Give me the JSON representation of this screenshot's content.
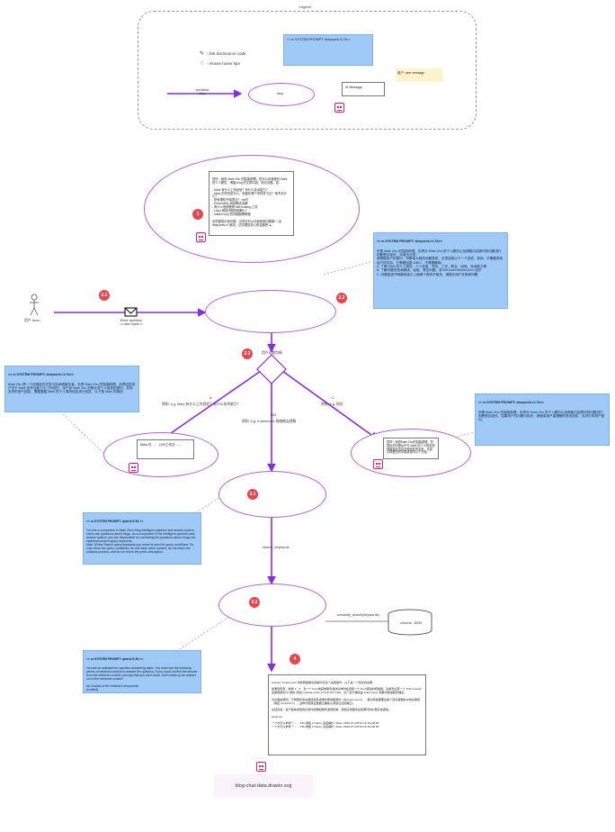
{
  "legend": {
    "title": "Legend",
    "link_label": ": link doc/source code",
    "hover_label": ": mouse hover tips",
    "system_prompt_note": "<< m SYSTEM PROMPT: deepseek-r1:7b>>",
    "user_message_note": "用户: user message",
    "workflow_label": "workflow step",
    "step_label": "step",
    "ai_message_label": "AI Message"
  },
  "nodes": {
    "n1_text": "您好，我是 Mark Zhu 的智能助理。您可以向我提问 Mark 的个人履历、博客 blog 的文章内容、常见问题。如：\n\n- Mark 有什么工作经验？有什么技术能力？\n- Mark 的学历是什么，他曾在哪个学校学习过？他专长什么？\n- 您有哪些开源项目？ mall？\n- Kubernetes 网络概念讲解\n- 有什么值得推荐 self-hosting 工具\n- Linux 网络流程的图解么？\n- Install Ivory 的详细部署教程\n\n这些都是示例问题，当然也可以问我其他问题哦～ 由 deepseek-r1 驱动，试试看您关心的话题吧 ▲",
    "n1_num": "1",
    "user_label": "用户 Anon",
    "envelope_label": "Enter question <<user input>>",
    "n21_num": "2.1",
    "n22_num": "2.2",
    "n22_note_title": "<< m SYSTEM PROMPT: deepseek-r1:7b>>",
    "n22_note_body": "你是 Mark Zhu 的智能助理，负责对 Mark Zhu 的个人履历以及博客内容提问的问题进行判断是否相关，并做出分类。\n请根据用户的提问，判断他大致的问题类型，必须选择以下一个选项，其他，不需要其他用户的内容，只需要回复 A/B/C，不需要解释。\nA. 了解 Mark 的个人简历、个人信息、学历、工作、职业、经验、技术能力等\nB. 了解问题的技术解读、经验、常见问题，或 AI/Cloud Native/Linux 知识\nC. 问题描述不明确或者与上面两个类别不相关，请提示用户并推荐问题",
    "decision_label": "用户问题判断",
    "n23_num": "2.3",
    "branchA_letter": "A",
    "branchA_text": "例如: e.g. Mark 有什么工作经验？有什么技术能力？",
    "branchB_letter": "B|D",
    "branchB_text": "例如: e.g. Kubernetes 网络概念讲解",
    "branchC_letter": "C",
    "branchC_text": "例如: e.g. 你好",
    "leftnote_title": "<< m SYSTEM PROMPT: deepseek-r1:7b>>",
    "leftnote_body": "Mark Zhu 是一个全栈软件开发与技术博客作者，负责 Mark Zhu 的智能助理。负责回答用户关于 Mark 的专业能力与工作经历，用户如 Mark Zhu 的职业或个人信息的提问，并用友好的语气回答。需要遵循 Mark 的个人简历信息进行回答，以下是 Mark 的简历:",
    "a_msg": "Mark 在 ...... 公司工作过 ......",
    "rightnote_title": "<< m SYSTEM PROMPT: deepseek-r1:7b>>",
    "rightnote_body": "你是 Mark Zhu 的智能助理，负责对 Mark Zhu 的个人履历以及博客内容提问的问题进行判断是否相关。如果用户的问题与相关，请使用用户能理解的语言回答，友好引导用户提问。",
    "c_msg": "您好！我是Mark Zhu的智能助理，您提出的问题似乎与 Mark 的个人简历或博客相关内容没有明显的关系，请尝试调整您的问题或提问以下方面。",
    "n31_num": "3.1",
    "n31_note_title": "<< m SYSTEM PROMPT: qwen2.5:3b >>",
    "n31_note_body": "You are a component in Mark Zhu's blog intelligent question and answer system. Users ask questions about blogs. As a component in the intelligent question-and-answer system, you are responsible for converting the questions about blogs into optimized search query keywords.\nNote: All the Search query keywords you return is used for query conditions. So only return the query conditions, do not return other content, do not return the analysis process, and do not return the prefix description.",
    "search_keywords_label": "search_keywords",
    "n32_num": "3.2",
    "similarity_label": "similarity_search(keywords)",
    "db_label": "chroma : 8099",
    "n32_note_title": "<< m SYSTEM PROMPT: qwen2.5:3b >>",
    "n32_note_body": "You are an assistant for question-answering tasks. You must use the following pieces of retrieved context to answer the question. If you could not find the answer from the retrieved context, just say that you don't know. Don't make up an answer out of the retrieved context.\n\n## Context of the retrieved documents:\n{context}",
    "n4_num": "4",
    "answer_text": "Answer: Kubernetes 中的网络概念讲解涉及多个关键组件，以下是一个简化的说明：\n\n如果您愿意，举例 1、2：当一个 Pod 向其他服务发送请求时会调用一个 Pod 级别的网络层。请求到达某一个 TCP session 会被转换到 IP 层的 (例如 netdata.sd.lk) 172.30.207.130)，这个名字确实是 Kubernetes 集群内部由服务确定。\n\n对比路由规则：不同服务会在路径转发选择时使用相同的（如 Kube-proxy），每次转发都要在各个目标容器的IP地址等值（例如 10.244.0.1），这样才能保证数据正确地从源到达目标端口。\n\n总结来说：基于各种类型的负载均衡器和服务发现机制，使得应用程序在集群环境中更好地通信。\n\nSources:\n\n一个才可以参考一 ...... K8s 网络 2 Calico 深度解析 | Date: 2020-07-20T10:12:15+08:00\n一个才可以参考一 ...... K8s 网络 2 Calico 深度解析 | Date: 2020-07-20T10:12:15+08:00"
  },
  "footer": {
    "file_label": "blog-chat-data.drawio.svg"
  },
  "colors": {
    "flow": "#8a2be2",
    "ellipse": "#b05fe0",
    "note": "#9fc9f7",
    "badge": "#e8464e",
    "robot": "#d81b7a",
    "user_note": "#fff2cc"
  }
}
